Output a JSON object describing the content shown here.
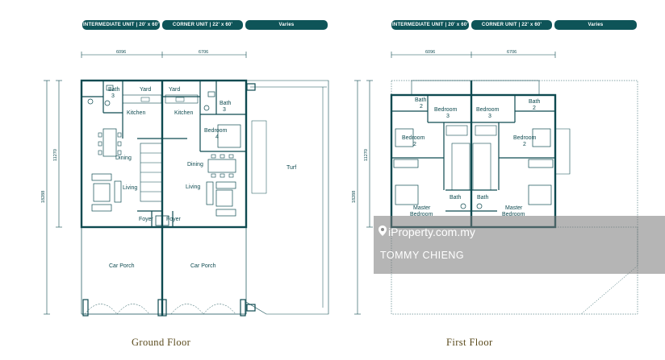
{
  "headers": {
    "intermediate": "INTERMEDIATE UNIT | 20' x 60'",
    "corner": "CORNER UNIT | 22' x 60'",
    "varies": "Varies"
  },
  "ground_floor": {
    "title": "Ground Floor",
    "dim_left_width": "6096",
    "dim_right_width": "6706",
    "dim_inner_depth": "11270",
    "dim_total_depth": "18288",
    "rooms": {
      "bath3": "Bath",
      "bath3_num": "3",
      "yard_left": "Yard",
      "yard_right": "Yard",
      "bath_right": "Bath",
      "bath_right_num": "3",
      "kitchen_left": "Kitchen",
      "kitchen_right": "Kitchen",
      "bedroom4": "Bedroom",
      "bedroom4_num": "4",
      "dining_left": "Dining",
      "dining_right": "Dining",
      "turf": "Turf",
      "living_left": "Living",
      "living_right": "Living",
      "foyer_left": "Foyer",
      "foyer_right": "Foyer",
      "carporch_left": "Car Porch",
      "carporch_right": "Car Porch"
    }
  },
  "first_floor": {
    "title": "First Floor",
    "dim_left_width": "6096",
    "dim_right_width": "6706",
    "dim_inner_depth": "11270",
    "dim_total_depth": "18288",
    "rooms": {
      "bath2_left": "Bath",
      "bath2_left_num": "2",
      "bedroom3_left": "Bedroom",
      "bedroom3_left_num": "3",
      "bedroom3_right": "Bedroom",
      "bedroom3_right_num": "3",
      "bath2_right": "Bath",
      "bath2_right_num": "2",
      "bedroom2_left": "Bedroom",
      "bedroom2_left_num": "2",
      "bedroom2_right": "Bedroom",
      "bedroom2_right_num": "2",
      "bath_c_left": "Bath",
      "bath_c_right": "Bath",
      "master_left": "Master",
      "master_left_2": "Bedroom",
      "master_right": "Master",
      "master_right_2": "Bedroom"
    }
  },
  "watermark": {
    "brand": "iProperty.com.my",
    "agent": "TOMMY CHIENG"
  },
  "colors": {
    "accent": "#0e5458",
    "wall": "#0e4a50",
    "title": "#5a4a1c"
  }
}
